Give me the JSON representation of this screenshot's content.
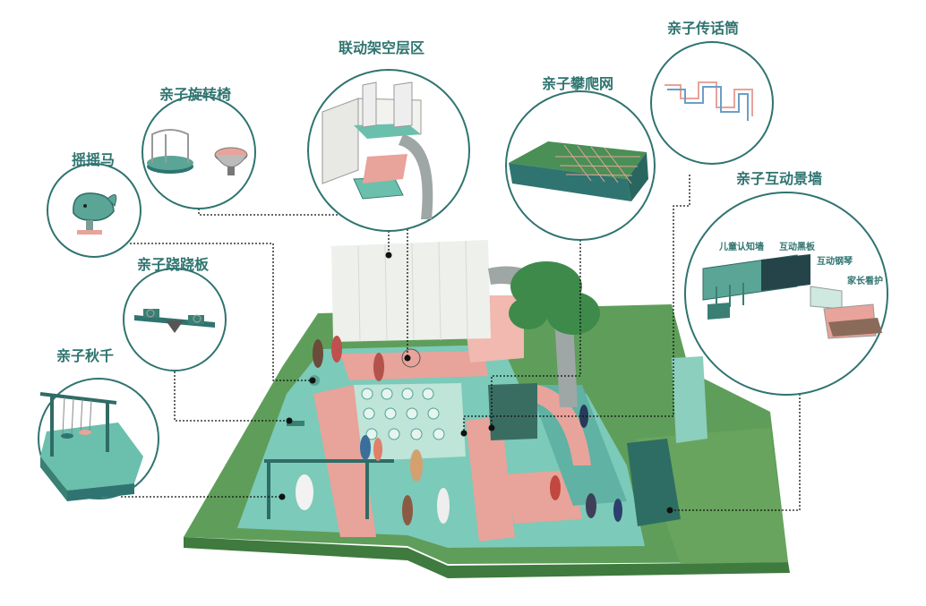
{
  "labels": {
    "rocking_horse": "摇摇马",
    "rotating_chair": "亲子旋转椅",
    "pavilion": "联动架空层区",
    "climbing_net": "亲子攀爬网",
    "talk_tube": "亲子传话筒",
    "interactive_wall": "亲子互动景墙",
    "seesaw": "亲子跷跷板",
    "swing": "亲子秋千"
  },
  "wall_labels": {
    "kids_wall": "儿童认知墙",
    "blackboard": "互动黑板",
    "piano": "互动钢琴",
    "parents": "家长看护"
  },
  "colors": {
    "accent": "#2f7470",
    "circle_stroke": "#2f7470",
    "grass": "#5f9e5a",
    "teal_floor": "#6fc3b5",
    "pink_floor": "#e8a39a",
    "pale_floor": "#bfe4d8"
  }
}
